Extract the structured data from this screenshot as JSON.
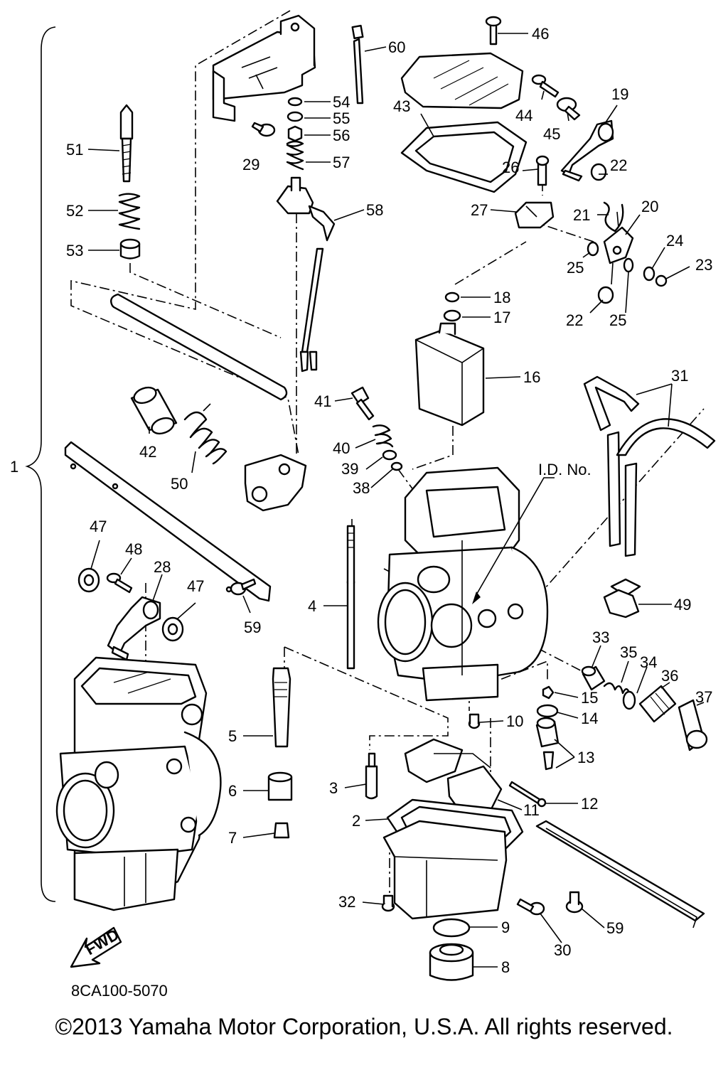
{
  "labels": {
    "p1": "1",
    "p2": "2",
    "p3": "3",
    "p4": "4",
    "p5": "5",
    "p6": "6",
    "p7": "7",
    "p8": "8",
    "p9": "9",
    "p10": "10",
    "p11": "11",
    "p12": "12",
    "p13": "13",
    "p14": "14",
    "p15": "15",
    "p16": "16",
    "p17": "17",
    "p18": "18",
    "p19": "19",
    "p20": "20",
    "p21": "21",
    "p22a": "22",
    "p22b": "22",
    "p23": "23",
    "p24": "24",
    "p25a": "25",
    "p25b": "25",
    "p26": "26",
    "p27": "27",
    "p28": "28",
    "p29": "29",
    "p30": "30",
    "p31": "31",
    "p32": "32",
    "p33": "33",
    "p34": "34",
    "p35": "35",
    "p36": "36",
    "p37": "37",
    "p38": "38",
    "p39": "39",
    "p40": "40",
    "p41": "41",
    "p42": "42",
    "p43": "43",
    "p44": "44",
    "p45": "45",
    "p46": "46",
    "p47a": "47",
    "p47b": "47",
    "p48": "48",
    "p49": "49",
    "p50": "50",
    "p51": "51",
    "p52": "52",
    "p53": "53",
    "p54": "54",
    "p55": "55",
    "p56": "56",
    "p57": "57",
    "p58": "58",
    "p59a": "59",
    "p59b": "59",
    "p60": "60",
    "id_no": "I.D. No.",
    "fwd": "FWD"
  },
  "diagram_code": "8CA100-5070",
  "copyright": "©2013 Yamaha Motor Corporation, U.S.A. All rights reserved."
}
